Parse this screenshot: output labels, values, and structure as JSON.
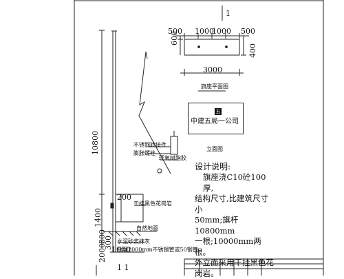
{
  "drawing": {
    "section_marker_top": "1",
    "section_marker_bottom": "1  1",
    "plan_caption": "旗座平面图",
    "elevation_caption": "立面图",
    "sign_text": "中建五局一公司",
    "logo_text": "五",
    "dimensions": {
      "plan_top": [
        "500",
        "1000",
        "1000",
        "500"
      ],
      "plan_total": "3000",
      "plan_left_600": "600",
      "plan_right_400": "400",
      "pole_height": "10800",
      "d200": "200",
      "d1400": "1400",
      "d300a": "300",
      "d300b": "300",
      "d2000": "2000",
      "d1000": "1000"
    },
    "labels": {
      "stainless_connector": "不锈钢转接件",
      "expansion_bolt": "膨胀螺栓",
      "ring_hinge": "环氧树脂胶",
      "granite": "干挂黑色花岗岩",
      "natural_ground": "自然地面",
      "cement_mortar": "水泥砂浆抹灰",
      "embedded_pipe": "预埋2000mm不锈钢管或50钢管"
    },
    "notes": {
      "title": "设计说明:",
      "lines": [
        "旗座浇C10砼100厚,",
        "结构尺寸,比建筑尺寸小",
        "50mm;旗杆10800mm",
        "一根;10000mm两根。",
        "外立面采用干挂黑色花",
        "岗岩。"
      ]
    }
  }
}
